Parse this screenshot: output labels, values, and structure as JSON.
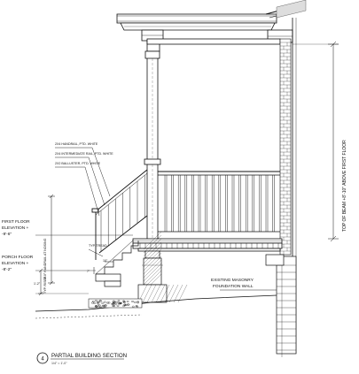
{
  "notes": {
    "handrail": "2X4 HANDRAIL, PTD. WHITE",
    "intermediate_rail": "2X4 INTERMEDIATE RAIL, PTD. WHITE",
    "baluster": "2X2 BALLUSTER, PTD. WHITE"
  },
  "labels": {
    "first_floor": "FIRST FLOOR ELEVATION +\n-9'-6\"",
    "porch_floor": "PORCH FLOOR ELEVATION +\n-8'-2\"",
    "tread": "TYP. TREAD",
    "riser": "TYP. RISER",
    "masonry": "EXISTING MASONRY\nFOUNDATION WALL",
    "top_of_beam": "TOP OF BEAM +8'-10\" ABOVE FIRST FLOOR",
    "handrail_height": "3'-0\" HANDRAIL AT NOSING",
    "dim_small": "1'-2\"",
    "dim_tread": "10\"",
    "dim_riser": "7\""
  },
  "title": {
    "number": "4",
    "name": "PARTIAL BUILDING SECTION",
    "scale": "1/4\" = 1'-0\""
  }
}
